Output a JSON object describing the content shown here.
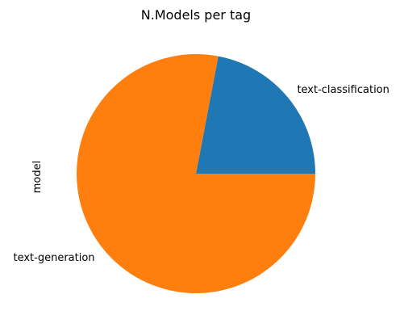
{
  "chart_data": {
    "type": "pie",
    "title": "N.Models per tag",
    "ylabel": "model",
    "start_angle_deg": 0,
    "direction": "counterclockwise",
    "slices": [
      {
        "label": "text-classification",
        "value": 0.22,
        "color": "#1f77b4"
      },
      {
        "label": "text-generation",
        "value": 0.78,
        "color": "#ff7f0e"
      }
    ]
  }
}
